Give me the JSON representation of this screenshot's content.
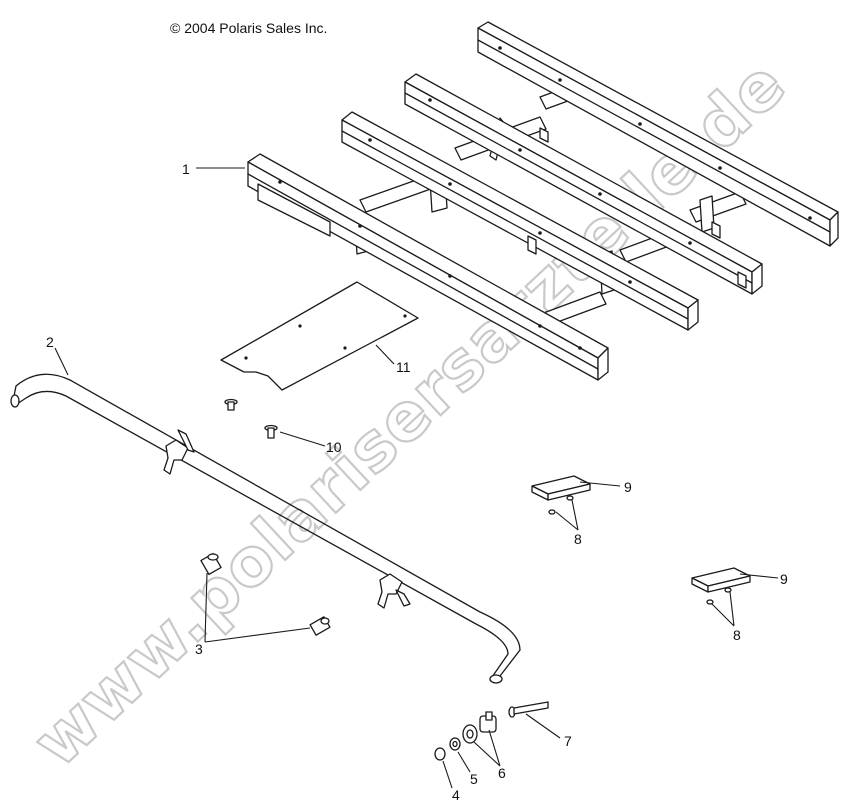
{
  "diagram": {
    "copyright": "© 2004 Polaris Sales Inc.",
    "watermark": "www.polarisersatzteile.de",
    "callouts": {
      "c1": "1",
      "c2": "2",
      "c3": "3",
      "c4": "4",
      "c5": "5",
      "c6": "6",
      "c7": "7",
      "c8a": "8",
      "c8b": "8",
      "c9a": "9",
      "c9b": "9",
      "c10": "10",
      "c11": "11"
    }
  }
}
